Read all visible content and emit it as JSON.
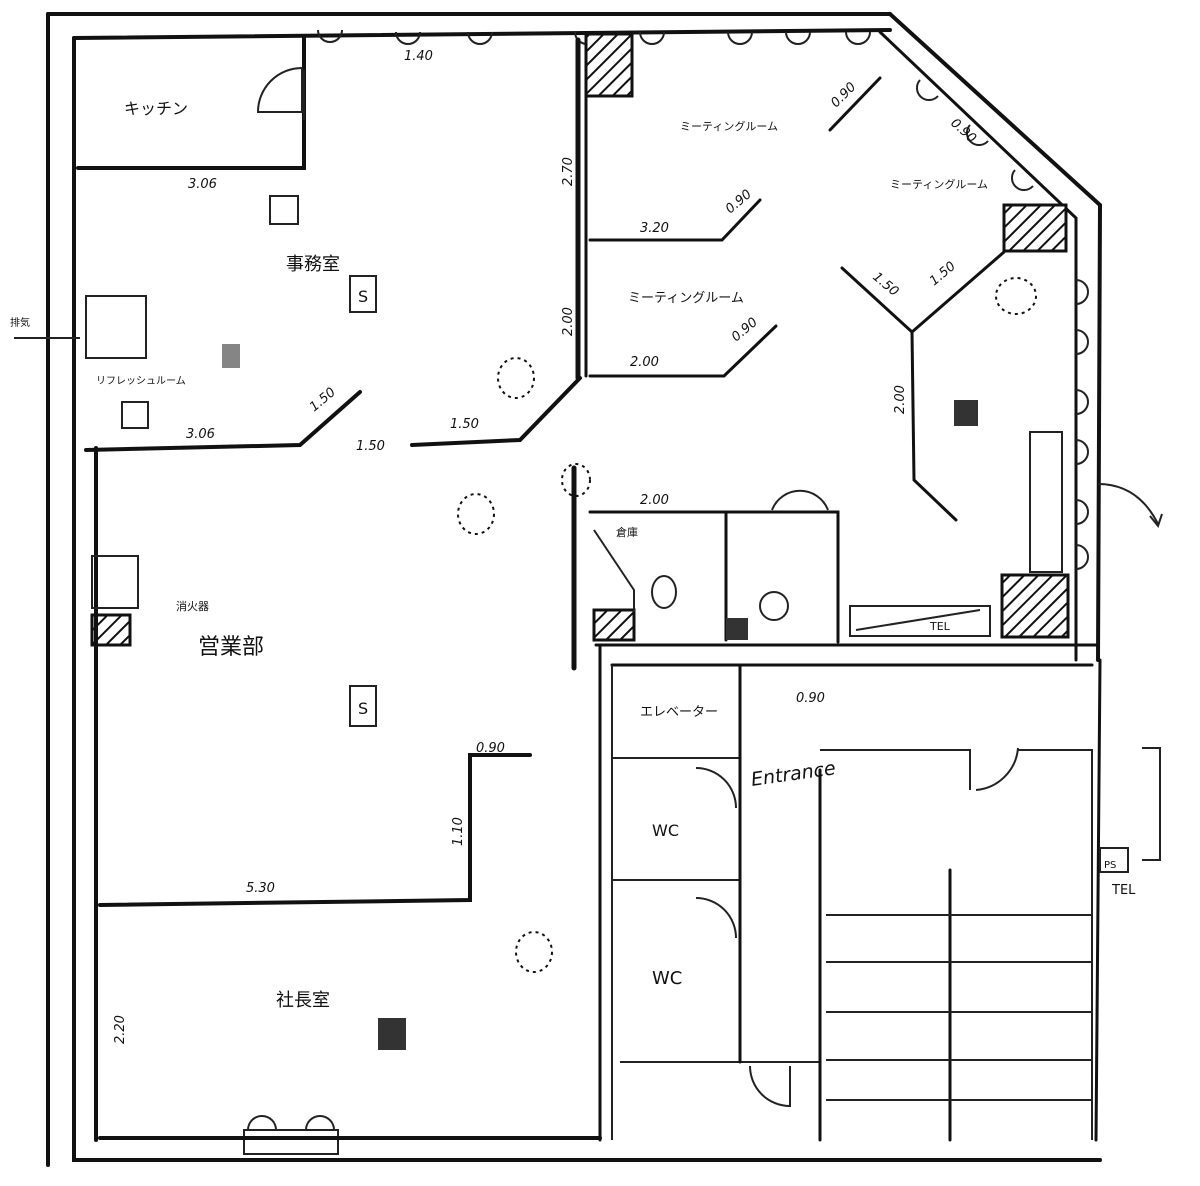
{
  "plan": {
    "rooms": {
      "kitchen": "キッチン",
      "office_upper": "事務室",
      "meeting_1": "ミーティングルーム",
      "meeting_2": "ミーティングルーム",
      "meeting_3": "ミーティングルーム",
      "break_room": "リフレッシュルーム",
      "office_main": "営業部",
      "president": "社長室",
      "storage": "倉庫",
      "elevator_hall": "エレベーター",
      "entrance": "Entrance",
      "wc_1": "WC",
      "wc_2": "WC"
    },
    "dimensions": {
      "d_kitchen": "3.06",
      "d_office_bottom": "3.06",
      "d_office_corner": "1.50",
      "d_diag_1": "1.50",
      "d_diag_2": "1.50",
      "d_m1_vertical": "2.70",
      "d_m1_bottom": "3.20",
      "d_m1_door": "0.90",
      "d_m2_vertical": "2.00",
      "d_m2_bottom": "2.00",
      "d_m2_door": "0.90",
      "d_m3_diag_a": "1.50",
      "d_m3_diag_b": "1.50",
      "d_m3_vertical": "2.00",
      "d_m3_top": "0.90",
      "d_wc": "2.00",
      "d_main_bottom": "5.30",
      "d_main_step": "1.10",
      "d_main_step_top": "0.90",
      "d_president_side": "2.20",
      "d_top_a": "1.40",
      "d_top_b": "0.90",
      "d_entrance_door": "0.90"
    },
    "outlet_labels": {
      "o_upper": "S",
      "o_main": "S",
      "o_wiring": "TEL",
      "o_president": "TEL"
    },
    "misc": {
      "stair_note": "PS",
      "fire_note": "消火器",
      "side_note": "排気"
    }
  }
}
